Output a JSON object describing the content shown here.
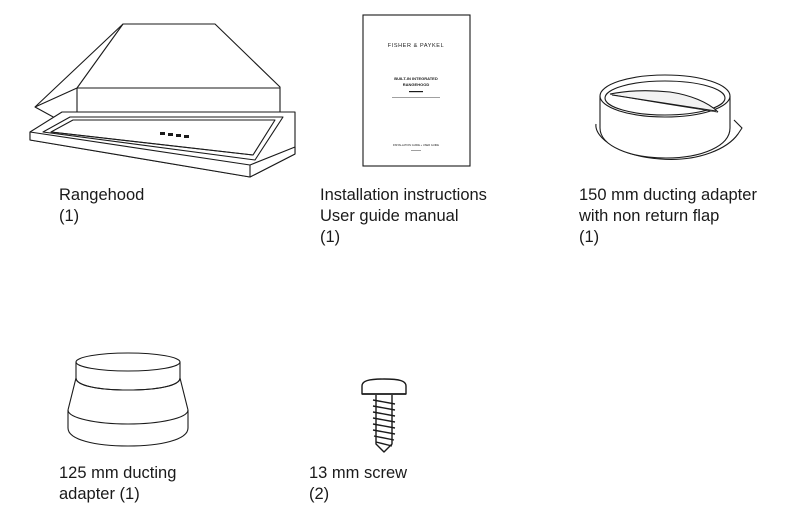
{
  "items": [
    {
      "id": "rangehood",
      "lines": [
        "Rangehood",
        "(1)"
      ]
    },
    {
      "id": "manual",
      "lines": [
        "Installation instructions",
        "User guide manual",
        "(1)"
      ],
      "cover": {
        "brand": "FISHER & PAYKEL",
        "title_line1": "BUILT-IN INTEGRATED",
        "title_line2": "RANGEHOOD",
        "footer": "INSTALLATION GUIDE + USER GUIDE"
      }
    },
    {
      "id": "adapter150",
      "lines": [
        "150 mm ducting adapter",
        "with non return flap",
        "(1)"
      ]
    },
    {
      "id": "adapter125",
      "lines": [
        "125 mm ducting",
        "adapter (1)"
      ]
    },
    {
      "id": "screw",
      "lines": [
        "13 mm screw",
        "(2)"
      ]
    }
  ],
  "colors": {
    "line": "#1a1a1a",
    "background": "#ffffff",
    "shade": "#f2f2f2"
  }
}
